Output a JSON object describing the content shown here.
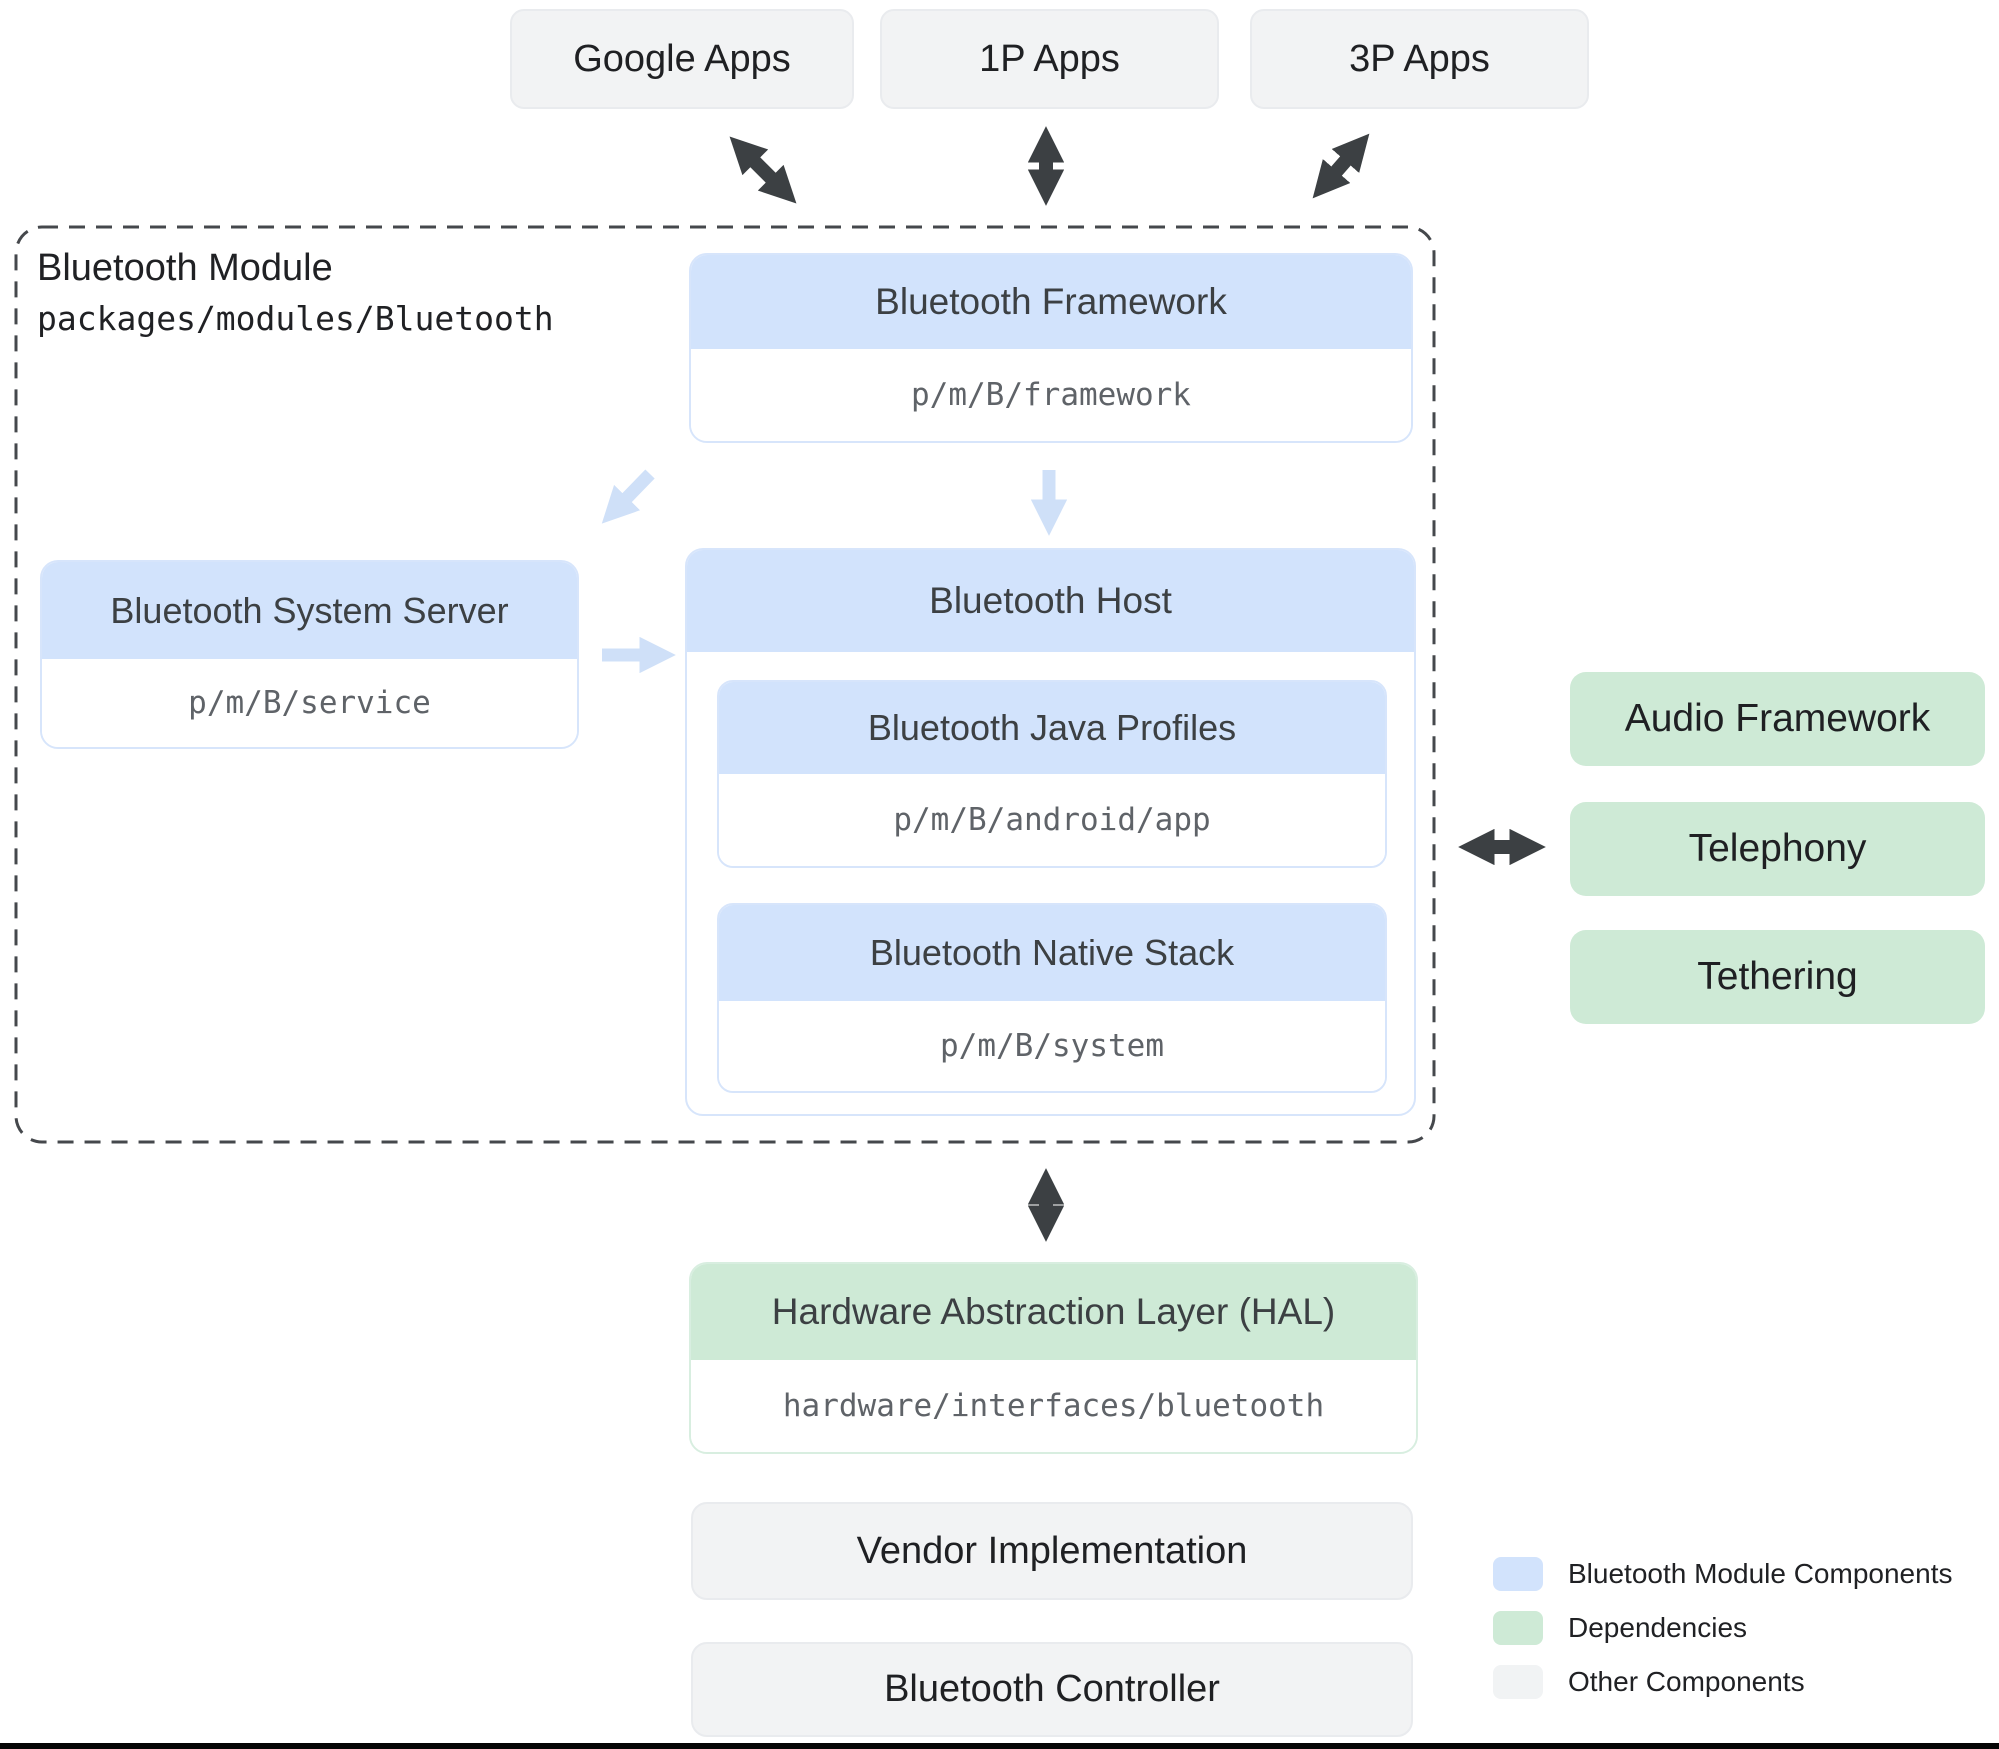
{
  "top_apps": [
    {
      "label": "Google Apps"
    },
    {
      "label": "1P Apps"
    },
    {
      "label": "3P Apps"
    }
  ],
  "module": {
    "title": "Bluetooth Module",
    "path": "packages/modules/Bluetooth",
    "framework": {
      "title": "Bluetooth Framework",
      "path": "p/m/B/framework"
    },
    "system_server": {
      "title": "Bluetooth System Server",
      "path": "p/m/B/service"
    },
    "host": {
      "title": "Bluetooth Host",
      "java_profiles": {
        "title": "Bluetooth Java Profiles",
        "path": "p/m/B/android/app"
      },
      "native_stack": {
        "title": "Bluetooth Native Stack",
        "path": "p/m/B/system"
      }
    }
  },
  "dependencies": [
    {
      "label": "Audio Framework"
    },
    {
      "label": "Telephony"
    },
    {
      "label": "Tethering"
    }
  ],
  "hal": {
    "title": "Hardware Abstraction Layer (HAL)",
    "path": "hardware/interfaces/bluetooth"
  },
  "other_components": [
    {
      "label": "Vendor Implementation"
    },
    {
      "label": "Bluetooth Controller"
    }
  ],
  "legend": [
    {
      "label": "Bluetooth Module Components",
      "color": "#d2e3fc"
    },
    {
      "label": "Dependencies",
      "color": "#ceead6"
    },
    {
      "label": "Other Components",
      "color": "#f1f3f4"
    }
  ],
  "colors": {
    "module_component": "#d2e3fc",
    "dependency": "#ceead6",
    "other_component": "#f1f3f4",
    "dark_arrow": "#3c4043",
    "light_arrow": "#cfe0f8",
    "dashed_border": "#45484c"
  }
}
